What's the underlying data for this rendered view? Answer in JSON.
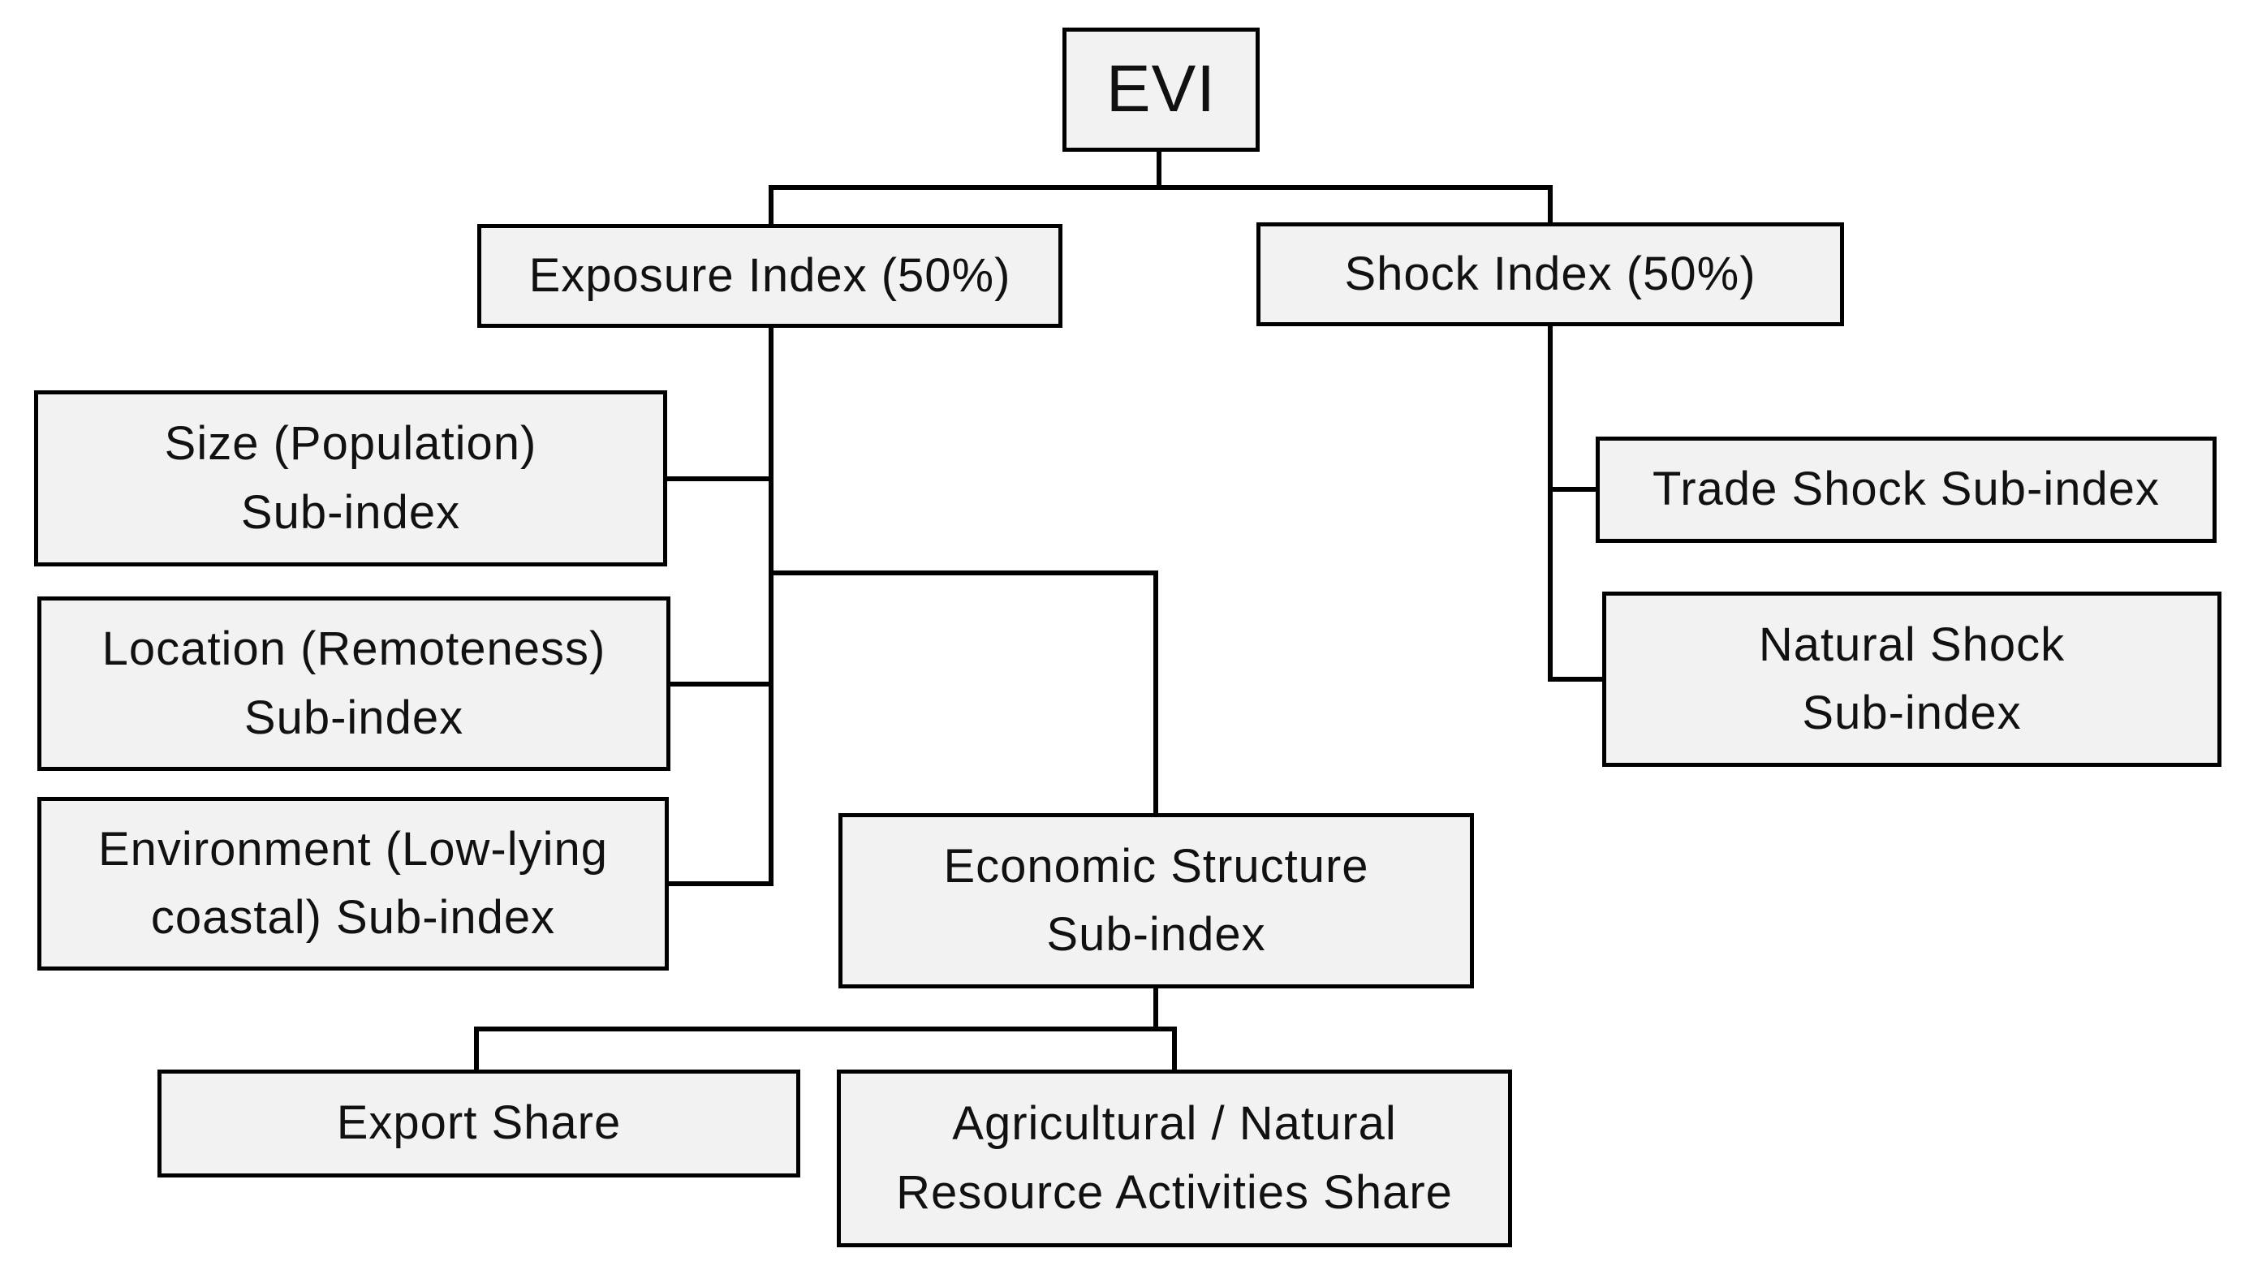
{
  "diagram": {
    "root": {
      "label": "EVI"
    },
    "exposure_index": {
      "label": "Exposure Index (50%)"
    },
    "shock_index": {
      "label": "Shock Index (50%)"
    },
    "size_subindex": {
      "line1": "Size (Population)",
      "line2": "Sub-index"
    },
    "location_subindex": {
      "line1": "Location (Remoteness)",
      "line2": "Sub-index"
    },
    "environment_subindex": {
      "line1": "Environment (Low-lying",
      "line2": "coastal) Sub-index"
    },
    "economic_structure_subindex": {
      "line1": "Economic Structure",
      "line2": "Sub-index"
    },
    "export_share": {
      "label": "Export Share"
    },
    "agri_share": {
      "line1": "Agricultural / Natural",
      "line2": "Resource Activities Share"
    },
    "trade_shock_subindex": {
      "label": "Trade Shock Sub-index"
    },
    "natural_shock_subindex": {
      "line1": "Natural Shock",
      "line2": "Sub-index"
    }
  },
  "colors": {
    "box_fill": "#f2f2f2",
    "border": "#000000",
    "text": "#111111"
  }
}
